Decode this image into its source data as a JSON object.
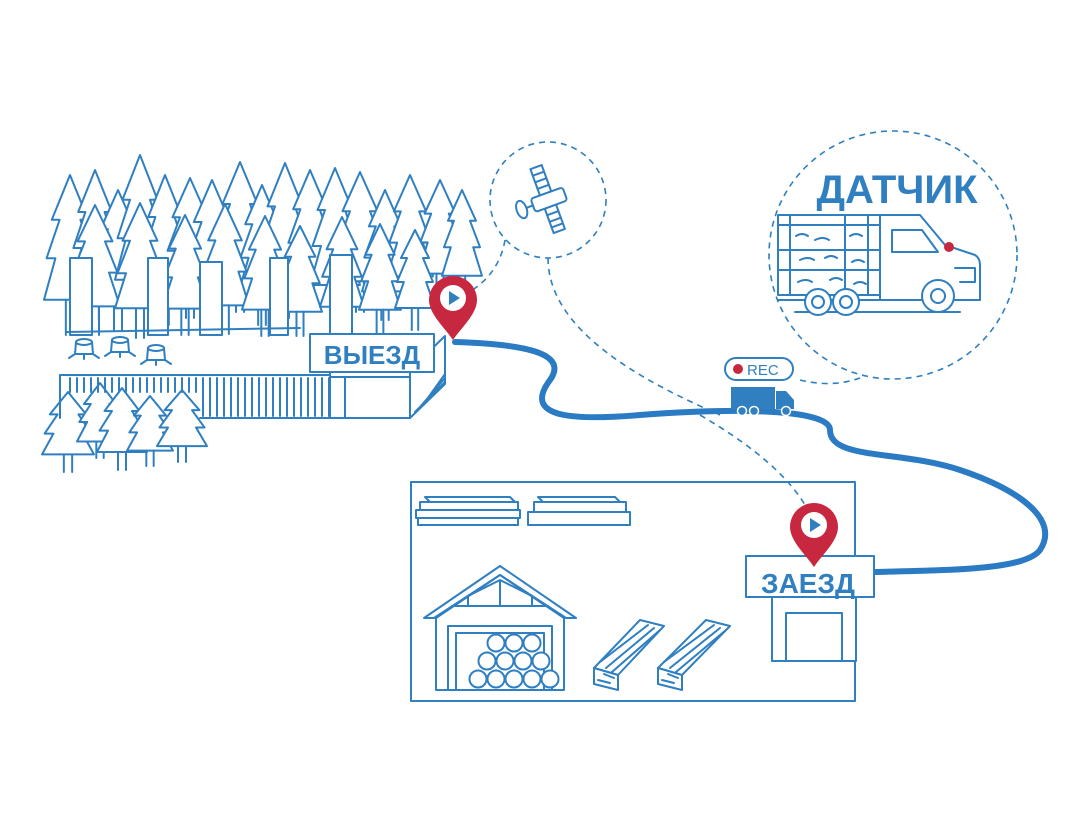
{
  "labels": {
    "exit": "ВЫЕЗД",
    "entry": "ЗАЕЗД",
    "sensor": "ДАТЧИК",
    "rec": "REC"
  },
  "icons": {
    "satellite": "satellite-icon",
    "pin": "map-pin-icon",
    "truck": "truck-icon",
    "warehouse": "warehouse-icon"
  },
  "colors": {
    "line": "#2f7fc1",
    "route": "#2a7bc4",
    "pin": "#c8283f",
    "play": "#2f7fc1",
    "rec_dot": "#c8283f"
  }
}
